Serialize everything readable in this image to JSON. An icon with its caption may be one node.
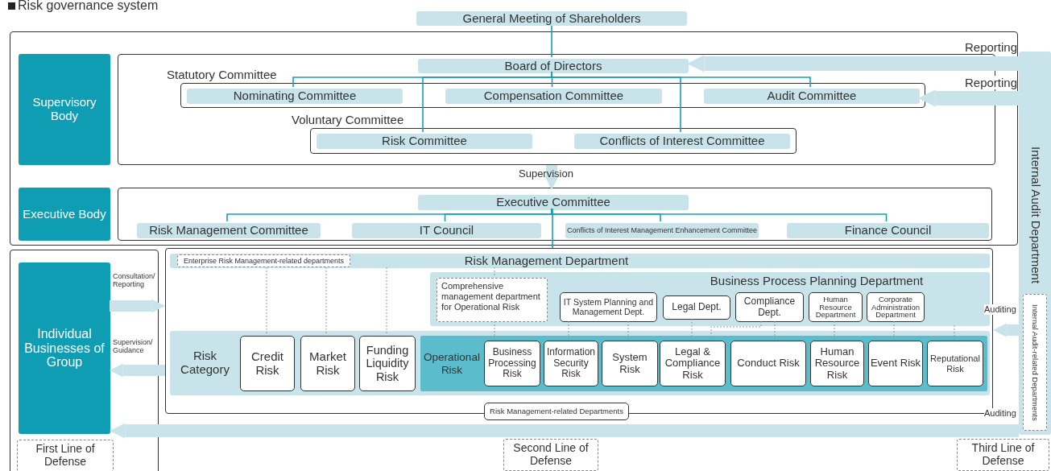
{
  "diagram": {
    "title": "Risk governance system",
    "nodes": [
      {
        "text": [],
        "shape": "box"
      },
      {
        "text": [
          "Supervisory Body"
        ],
        "in": 0
      },
      {
        "text": [],
        "shape": "box",
        "in": 0
      },
      {
        "text": [
          "General Meeting of Shareholders"
        ]
      },
      {
        "text": [
          "Board of Directors"
        ],
        "in": 2
      },
      {
        "text": [
          "Statutory Committee"
        ],
        "in": 2
      },
      {
        "text": [
          "Nominating Committee"
        ],
        "in": 5
      },
      {
        "text": [
          "Compensation Committee"
        ],
        "in": 5
      },
      {
        "text": [
          "Audit Committee"
        ],
        "in": 5
      },
      {
        "text": [
          "Voluntary Committee"
        ],
        "in": 2
      },
      {
        "text": [
          "Risk Committee"
        ],
        "in": 9
      },
      {
        "text": [
          "Conflicts of Interest Committee"
        ],
        "in": 9
      },
      {
        "text": [
          "Executive Body"
        ],
        "in": 0
      },
      {
        "text": [],
        "shape": "box",
        "in": 0
      },
      {
        "text": [
          "Executive Committee"
        ],
        "in": 13
      },
      {
        "text": [
          "Risk Management Committee"
        ],
        "in": 13
      },
      {
        "text": [
          "IT Council"
        ],
        "in": 13
      },
      {
        "text": [
          "Conflicts of Interest Management Enhancement Committee"
        ],
        "in": 13
      },
      {
        "text": [
          "Finance Council"
        ],
        "in": 13
      },
      {
        "text": [],
        "shape": "box"
      },
      {
        "text": [
          "Individual Businesses of Group"
        ],
        "in": 19
      },
      {
        "text": [
          "First Line of Defense"
        ],
        "in": 19
      },
      {
        "text": [],
        "shape": "box"
      },
      {
        "text": [
          "Risk Management Department"
        ],
        "in": 22
      },
      {
        "text": [
          "Enterprise Risk Management-related departments"
        ],
        "in": 23
      },
      {
        "text": [
          "Business Process Planning Department"
        ],
        "in": 22
      },
      {
        "text": [
          "Comprehensive management department for Operational Risk"
        ],
        "in": 25
      },
      {
        "text": [
          "IT System Planning and Management Dept."
        ],
        "in": 25
      },
      {
        "text": [
          "Legal Dept."
        ],
        "in": 25
      },
      {
        "text": [
          "Compliance Dept."
        ],
        "in": 25
      },
      {
        "text": [
          "Human Resource Department"
        ],
        "in": 25
      },
      {
        "text": [
          "Corporate Administration Department"
        ],
        "in": 25
      },
      {
        "text": [
          "Risk Category"
        ],
        "in": 22
      },
      {
        "text": [
          "Credit Risk"
        ],
        "in": 32
      },
      {
        "text": [
          "Market Risk"
        ],
        "in": 32
      },
      {
        "text": [
          "Funding Liquidity Risk"
        ],
        "in": 32
      },
      {
        "text": [
          "Operational Risk"
        ],
        "in": 32
      },
      {
        "text": [
          "Business Processing Risk"
        ],
        "in": 36
      },
      {
        "text": [
          "Information Security Risk"
        ],
        "in": 36
      },
      {
        "text": [
          "System Risk"
        ],
        "in": 36
      },
      {
        "text": [
          "Legal & Compliance Risk"
        ],
        "in": 36
      },
      {
        "text": [
          "Conduct Risk"
        ],
        "in": 36
      },
      {
        "text": [
          "Human Resource Risk"
        ],
        "in": 36
      },
      {
        "text": [
          "Event Risk"
        ],
        "in": 36
      },
      {
        "text": [
          "Reputational Risk"
        ],
        "in": 36
      },
      {
        "text": [
          "Risk Management-related Departments"
        ]
      },
      {
        "text": [
          "Second Line of Defense"
        ]
      },
      {
        "text": [
          "Internal Audit Department"
        ]
      },
      {
        "text": [
          "Internal Audit-related Departments"
        ],
        "in": 47
      },
      {
        "text": [
          "Third Line of Defense"
        ]
      }
    ],
    "edges": [
      {
        "from": 3,
        "to": 4,
        "arrow": "none",
        "color": "#1a9fb5"
      },
      {
        "from": 4,
        "to": 6,
        "arrow": "none",
        "color": "#1a9fb5"
      },
      {
        "from": 4,
        "to": 7,
        "arrow": "none",
        "color": "#1a9fb5"
      },
      {
        "from": 4,
        "to": 8,
        "arrow": "none",
        "color": "#1a9fb5"
      },
      {
        "from": 4,
        "to": 10,
        "arrow": "none",
        "color": "#1a9fb5"
      },
      {
        "from": 4,
        "to": 11,
        "arrow": "none",
        "color": "#1a9fb5"
      },
      {
        "from": 2,
        "to": 13,
        "arrow": "to",
        "label": "Supervision",
        "style": "thick",
        "color": "#c8e4ea"
      },
      {
        "from": 14,
        "to": 15,
        "arrow": "none",
        "color": "#1a9fb5"
      },
      {
        "from": 14,
        "to": 16,
        "arrow": "none",
        "color": "#1a9fb5"
      },
      {
        "from": 14,
        "to": 17,
        "arrow": "none",
        "color": "#1a9fb5"
      },
      {
        "from": 14,
        "to": 18,
        "arrow": "none",
        "color": "#1a9fb5"
      },
      {
        "from": 14,
        "to": 22,
        "arrow": "none",
        "color": "#1a9fb5"
      },
      {
        "from": 47,
        "to": 4,
        "arrow": "to",
        "label": "Reporting",
        "style": "thick",
        "color": "#c8e4ea"
      },
      {
        "from": 47,
        "to": 8,
        "arrow": "to",
        "label": "Reporting",
        "style": "thick",
        "color": "#c8e4ea"
      },
      {
        "from": 20,
        "to": 22,
        "arrow": "to",
        "label": "Consultation/ Reporting",
        "style": "thick",
        "color": "#c8e4ea"
      },
      {
        "from": 22,
        "to": 20,
        "arrow": "to",
        "label": "Supervision/ Guidance",
        "style": "thick",
        "color": "#c8e4ea"
      },
      {
        "from": 47,
        "to": 22,
        "arrow": "to",
        "label": "Auditing",
        "style": "thick",
        "color": "#c8e4ea"
      },
      {
        "from": 47,
        "to": 20,
        "arrow": "to",
        "label": "Auditing",
        "style": "thick",
        "color": "#c8e4ea"
      },
      {
        "from": 23,
        "to": 33,
        "arrow": "none",
        "style": "dashed"
      },
      {
        "from": 23,
        "to": 34,
        "arrow": "none",
        "style": "dashed"
      },
      {
        "from": 23,
        "to": 35,
        "arrow": "none",
        "style": "dashed"
      },
      {
        "from": 23,
        "to": 26,
        "arrow": "none",
        "style": "dashed"
      },
      {
        "from": 26,
        "to": 37,
        "arrow": "none",
        "style": "dashed"
      },
      {
        "from": 27,
        "to": 38,
        "arrow": "none",
        "style": "dashed"
      },
      {
        "from": 27,
        "to": 39,
        "arrow": "none",
        "style": "dashed"
      },
      {
        "from": 28,
        "to": 40,
        "arrow": "none",
        "style": "dashed"
      },
      {
        "from": 29,
        "to": 40,
        "arrow": "none",
        "style": "dashed"
      },
      {
        "from": 29,
        "to": 41,
        "arrow": "none",
        "style": "dashed"
      },
      {
        "from": 30,
        "to": 42,
        "arrow": "none",
        "style": "dashed"
      },
      {
        "from": 31,
        "to": 43,
        "arrow": "none",
        "style": "dashed"
      },
      {
        "from": 25,
        "to": 44,
        "arrow": "none",
        "style": "dashed"
      }
    ]
  }
}
